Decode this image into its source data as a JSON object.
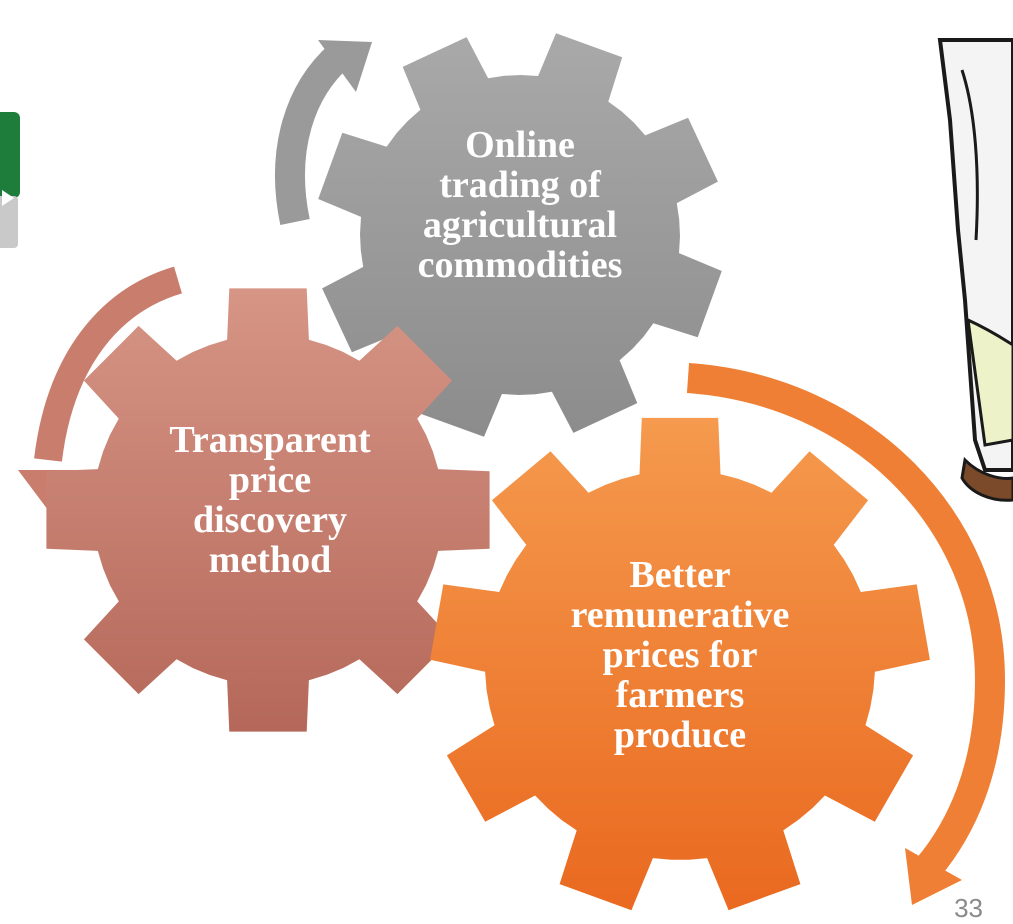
{
  "colors": {
    "gray_gear": "#8c8c8c",
    "gray_gear_light": "#a9a9a9",
    "gray_arrow": "#9a9a9a",
    "brown_gear_light": "#d69585",
    "brown_gear_dark": "#b5685a",
    "brown_arrow": "#c97d6c",
    "orange_gear_light": "#f59a4e",
    "orange_gear_dark": "#e9691f",
    "orange_arrow": "#ef7f34",
    "logo_green": "#1e7d3b"
  },
  "gears": [
    {
      "id": "online-trading",
      "lines": [
        "Online",
        "trading of",
        "agricultural",
        "commodities"
      ]
    },
    {
      "id": "transparent-price",
      "lines": [
        "Transparent",
        "price",
        "discovery",
        "method"
      ]
    },
    {
      "id": "better-prices",
      "lines": [
        "Better",
        "remunerative",
        "prices for",
        "farmers",
        "produce"
      ]
    }
  ],
  "page_number": "33"
}
